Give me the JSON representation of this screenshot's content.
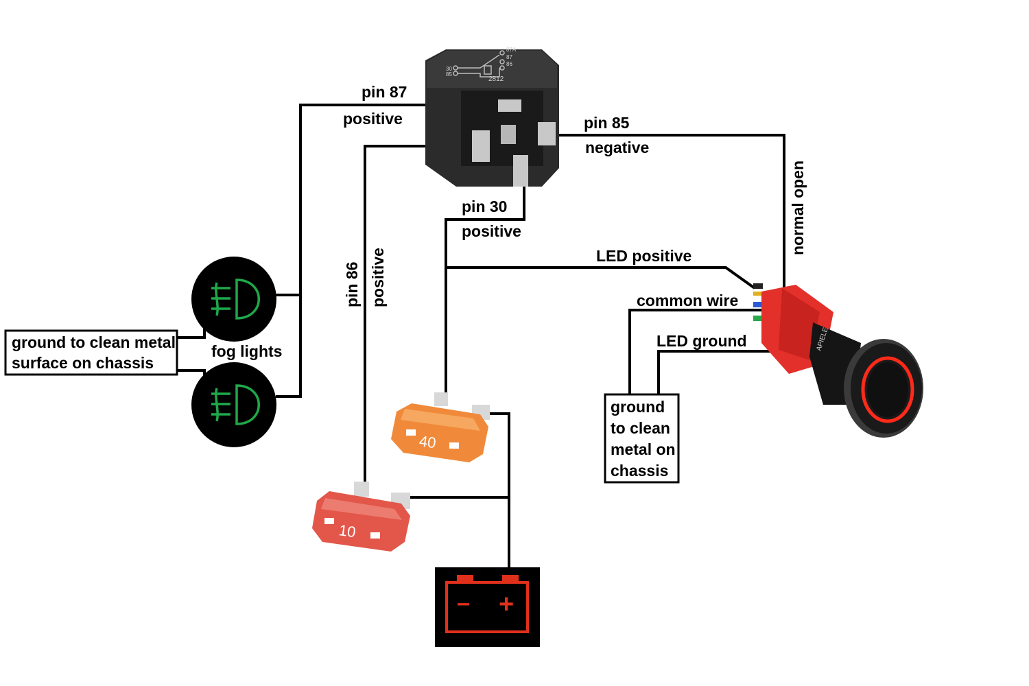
{
  "relay": {
    "pin_87_label": "pin 87",
    "pin_87_polarity": "positive",
    "pin_85_label": "pin 85",
    "pin_85_polarity": "negative",
    "pin_30_label": "pin 30",
    "pin_30_polarity": "positive",
    "pin_86_label": "pin 86",
    "pin_86_polarity": "positive",
    "face": {
      "pin_30": "30",
      "pin_85": "85",
      "pin_87a": "87A",
      "pin_87": "87",
      "pin_86": "86",
      "model": "2812"
    }
  },
  "switch": {
    "normal_open_label": "normal open",
    "led_positive_label": "LED positive",
    "common_wire_label": "common wire",
    "led_ground_label": "LED ground",
    "brand": "APIELE"
  },
  "fog_lights": {
    "label": "fog lights",
    "ground_box_line1": "ground to clean metal",
    "ground_box_line2": "surface on chassis",
    "icon_color": "#1fa84a"
  },
  "switch_ground_box": {
    "line1": "ground",
    "line2": "to clean",
    "line3": "metal on",
    "line4": "chassis"
  },
  "fuses": {
    "large_rating": "40",
    "small_rating": "10",
    "large_color": "#f08a3a",
    "small_color": "#e2574a"
  },
  "battery": {
    "minus": "–",
    "plus": "+",
    "icon_color": "#e0301c"
  }
}
